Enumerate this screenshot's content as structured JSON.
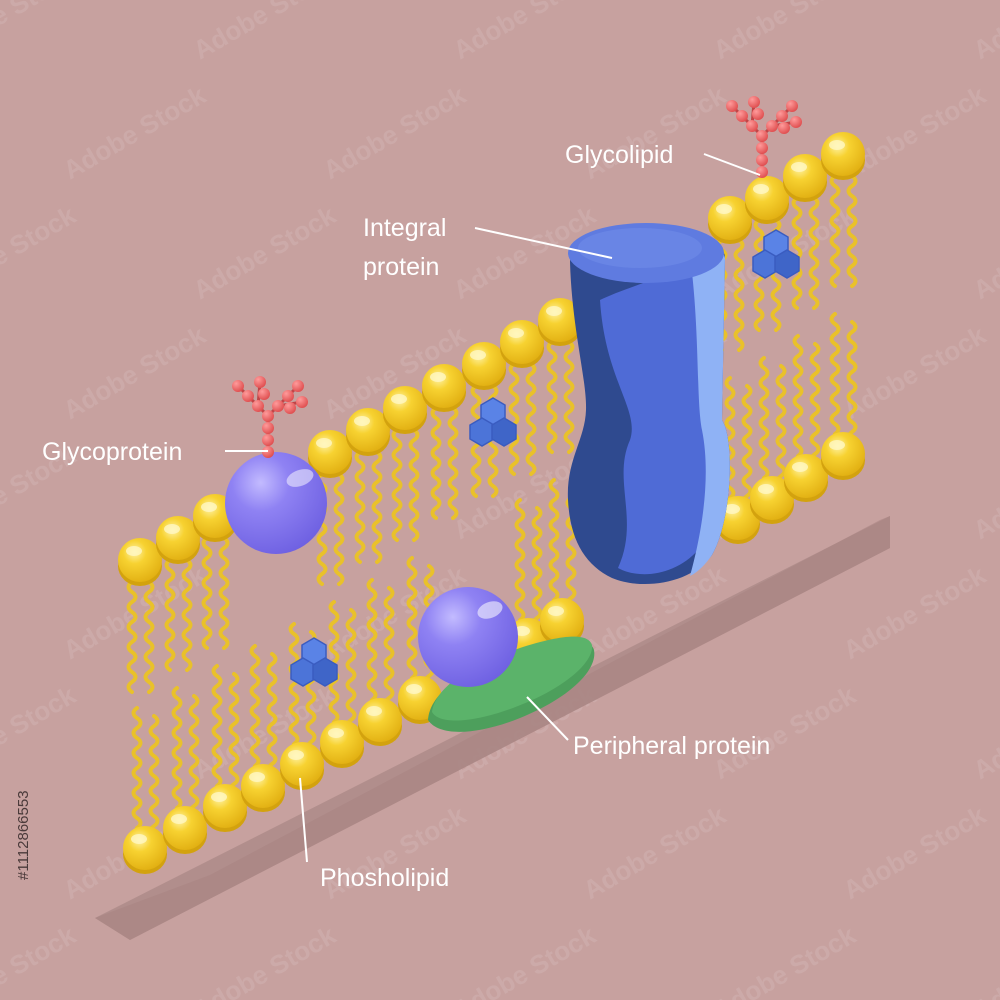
{
  "labels": {
    "glycolipid": "Glycolipid",
    "integral_protein_line1": "Integral",
    "integral_protein_line2": "protein",
    "glycoprotein": "Glycoprotein",
    "peripheral_protein": "Peripheral protein",
    "phospholipid": "Phosholipid"
  },
  "stock_id": "#1112866553",
  "watermark_text": "Adobe Stock",
  "colors": {
    "background": "#c7a19f",
    "shadow": "#a98886",
    "lipid_head": "#f3c71f",
    "lipid_tail": "#e9c12a",
    "integral_protein": "#4f6bd6",
    "globular_protein": "#8a7bf0",
    "peripheral_protein": "#5bb36a",
    "sugar_chain": "#e8595a",
    "cholesterol": "#4c74d8"
  }
}
